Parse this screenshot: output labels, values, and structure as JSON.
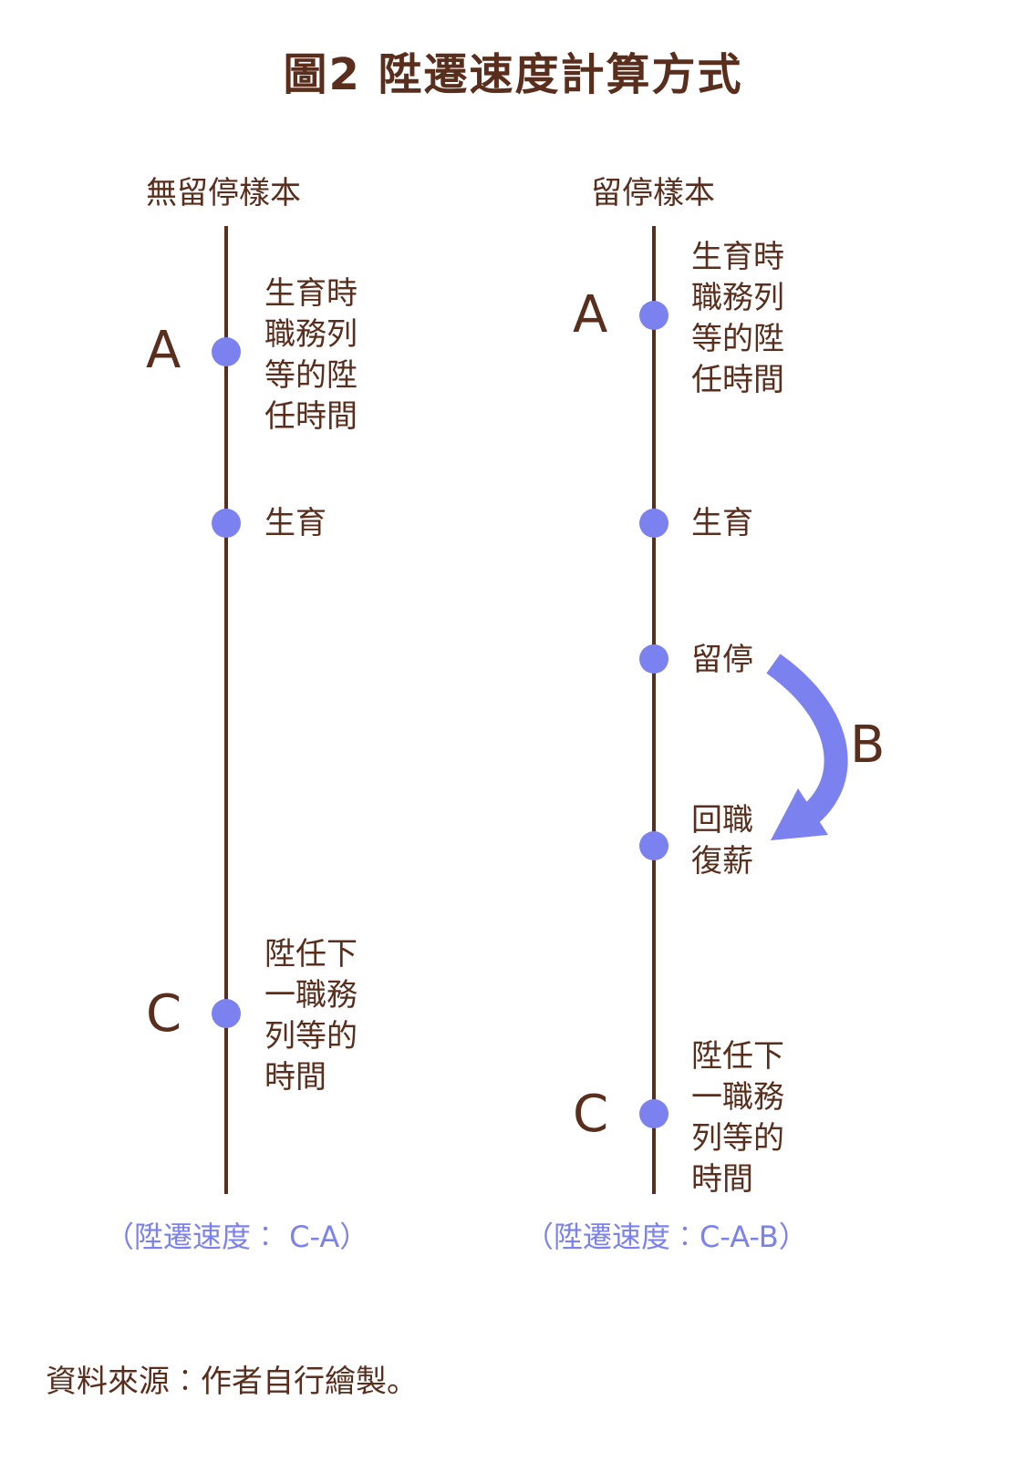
{
  "title": "圖2  陞遷速度計算方式",
  "left": {
    "heading": "無留停樣本",
    "point_a": {
      "letter": "A",
      "label": "生育時\n職務列\n等的陞\n任時間"
    },
    "point_birth": {
      "label": "生育"
    },
    "point_c": {
      "letter": "C",
      "label": "陞任下\n一職務\n列等的\n時間"
    },
    "formula": "（陞遷速度︰ C-A）"
  },
  "right": {
    "heading": "留停樣本",
    "point_a": {
      "letter": "A",
      "label": "生育時\n職務列\n等的陞\n任時間"
    },
    "point_birth": {
      "label": "生育"
    },
    "point_leave": {
      "label": "留停"
    },
    "point_return": {
      "label": "回職\n復薪"
    },
    "arrow_letter": "B",
    "point_c": {
      "letter": "C",
      "label": "陞任下\n一職務\n列等的\n時間"
    },
    "formula": "（陞遷速度︰C-A-B）"
  },
  "source": "資料來源︰作者自行繪製。",
  "colors": {
    "brown": "#5a2e1c",
    "accent": "#7b82f0"
  }
}
